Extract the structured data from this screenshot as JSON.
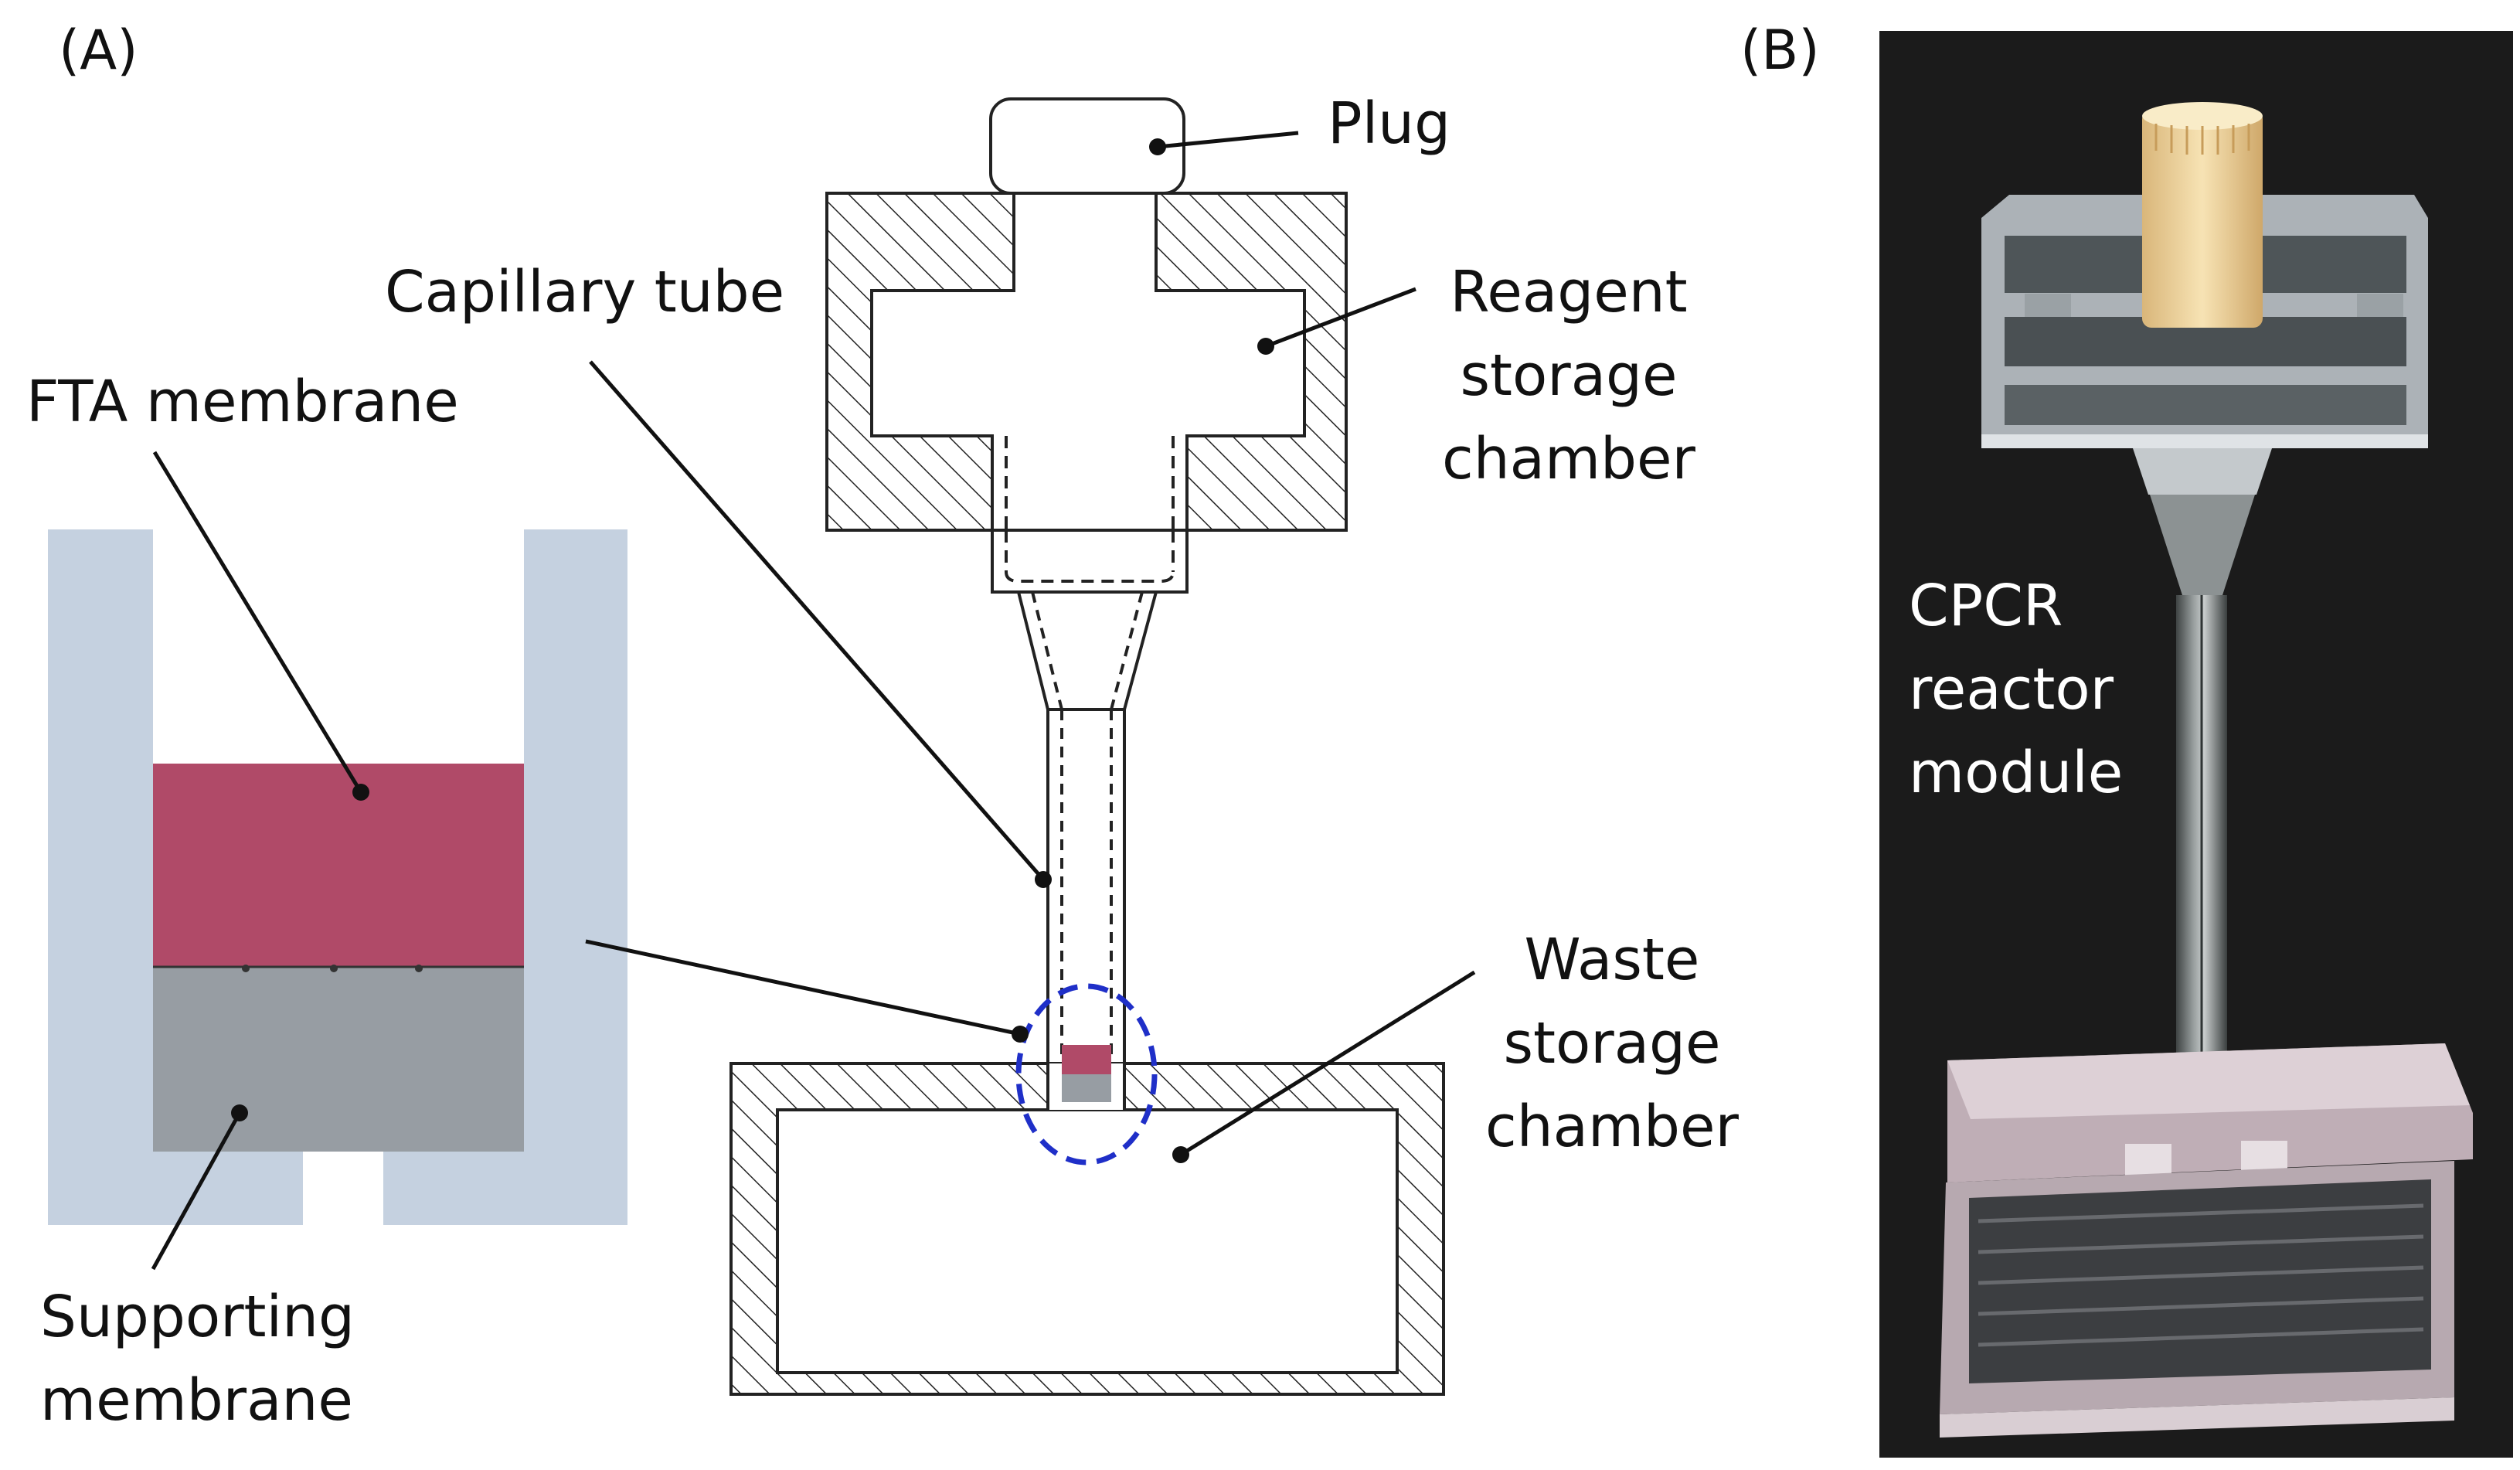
{
  "panel_labels": {
    "a": "(A)",
    "b": "(B)"
  },
  "labels": {
    "plug": "Plug",
    "capillary_tube": "Capillary tube",
    "reagent_storage": [
      "Reagent",
      "storage",
      "chamber"
    ],
    "fta_membrane": "FTA membrane",
    "waste_storage": [
      "Waste",
      "storage",
      "chamber"
    ],
    "supporting_membrane": [
      "Supporting",
      "membrane"
    ],
    "reactor_module": [
      "CPCR",
      "reactor",
      "module"
    ]
  },
  "colors": {
    "holder": "#c5d1e0",
    "fta_membrane": "#b04a68",
    "supporting_membrane": "#979da3",
    "highlight_ellipse": "#1f2fc8",
    "photo_background": "#1b1b1b"
  }
}
